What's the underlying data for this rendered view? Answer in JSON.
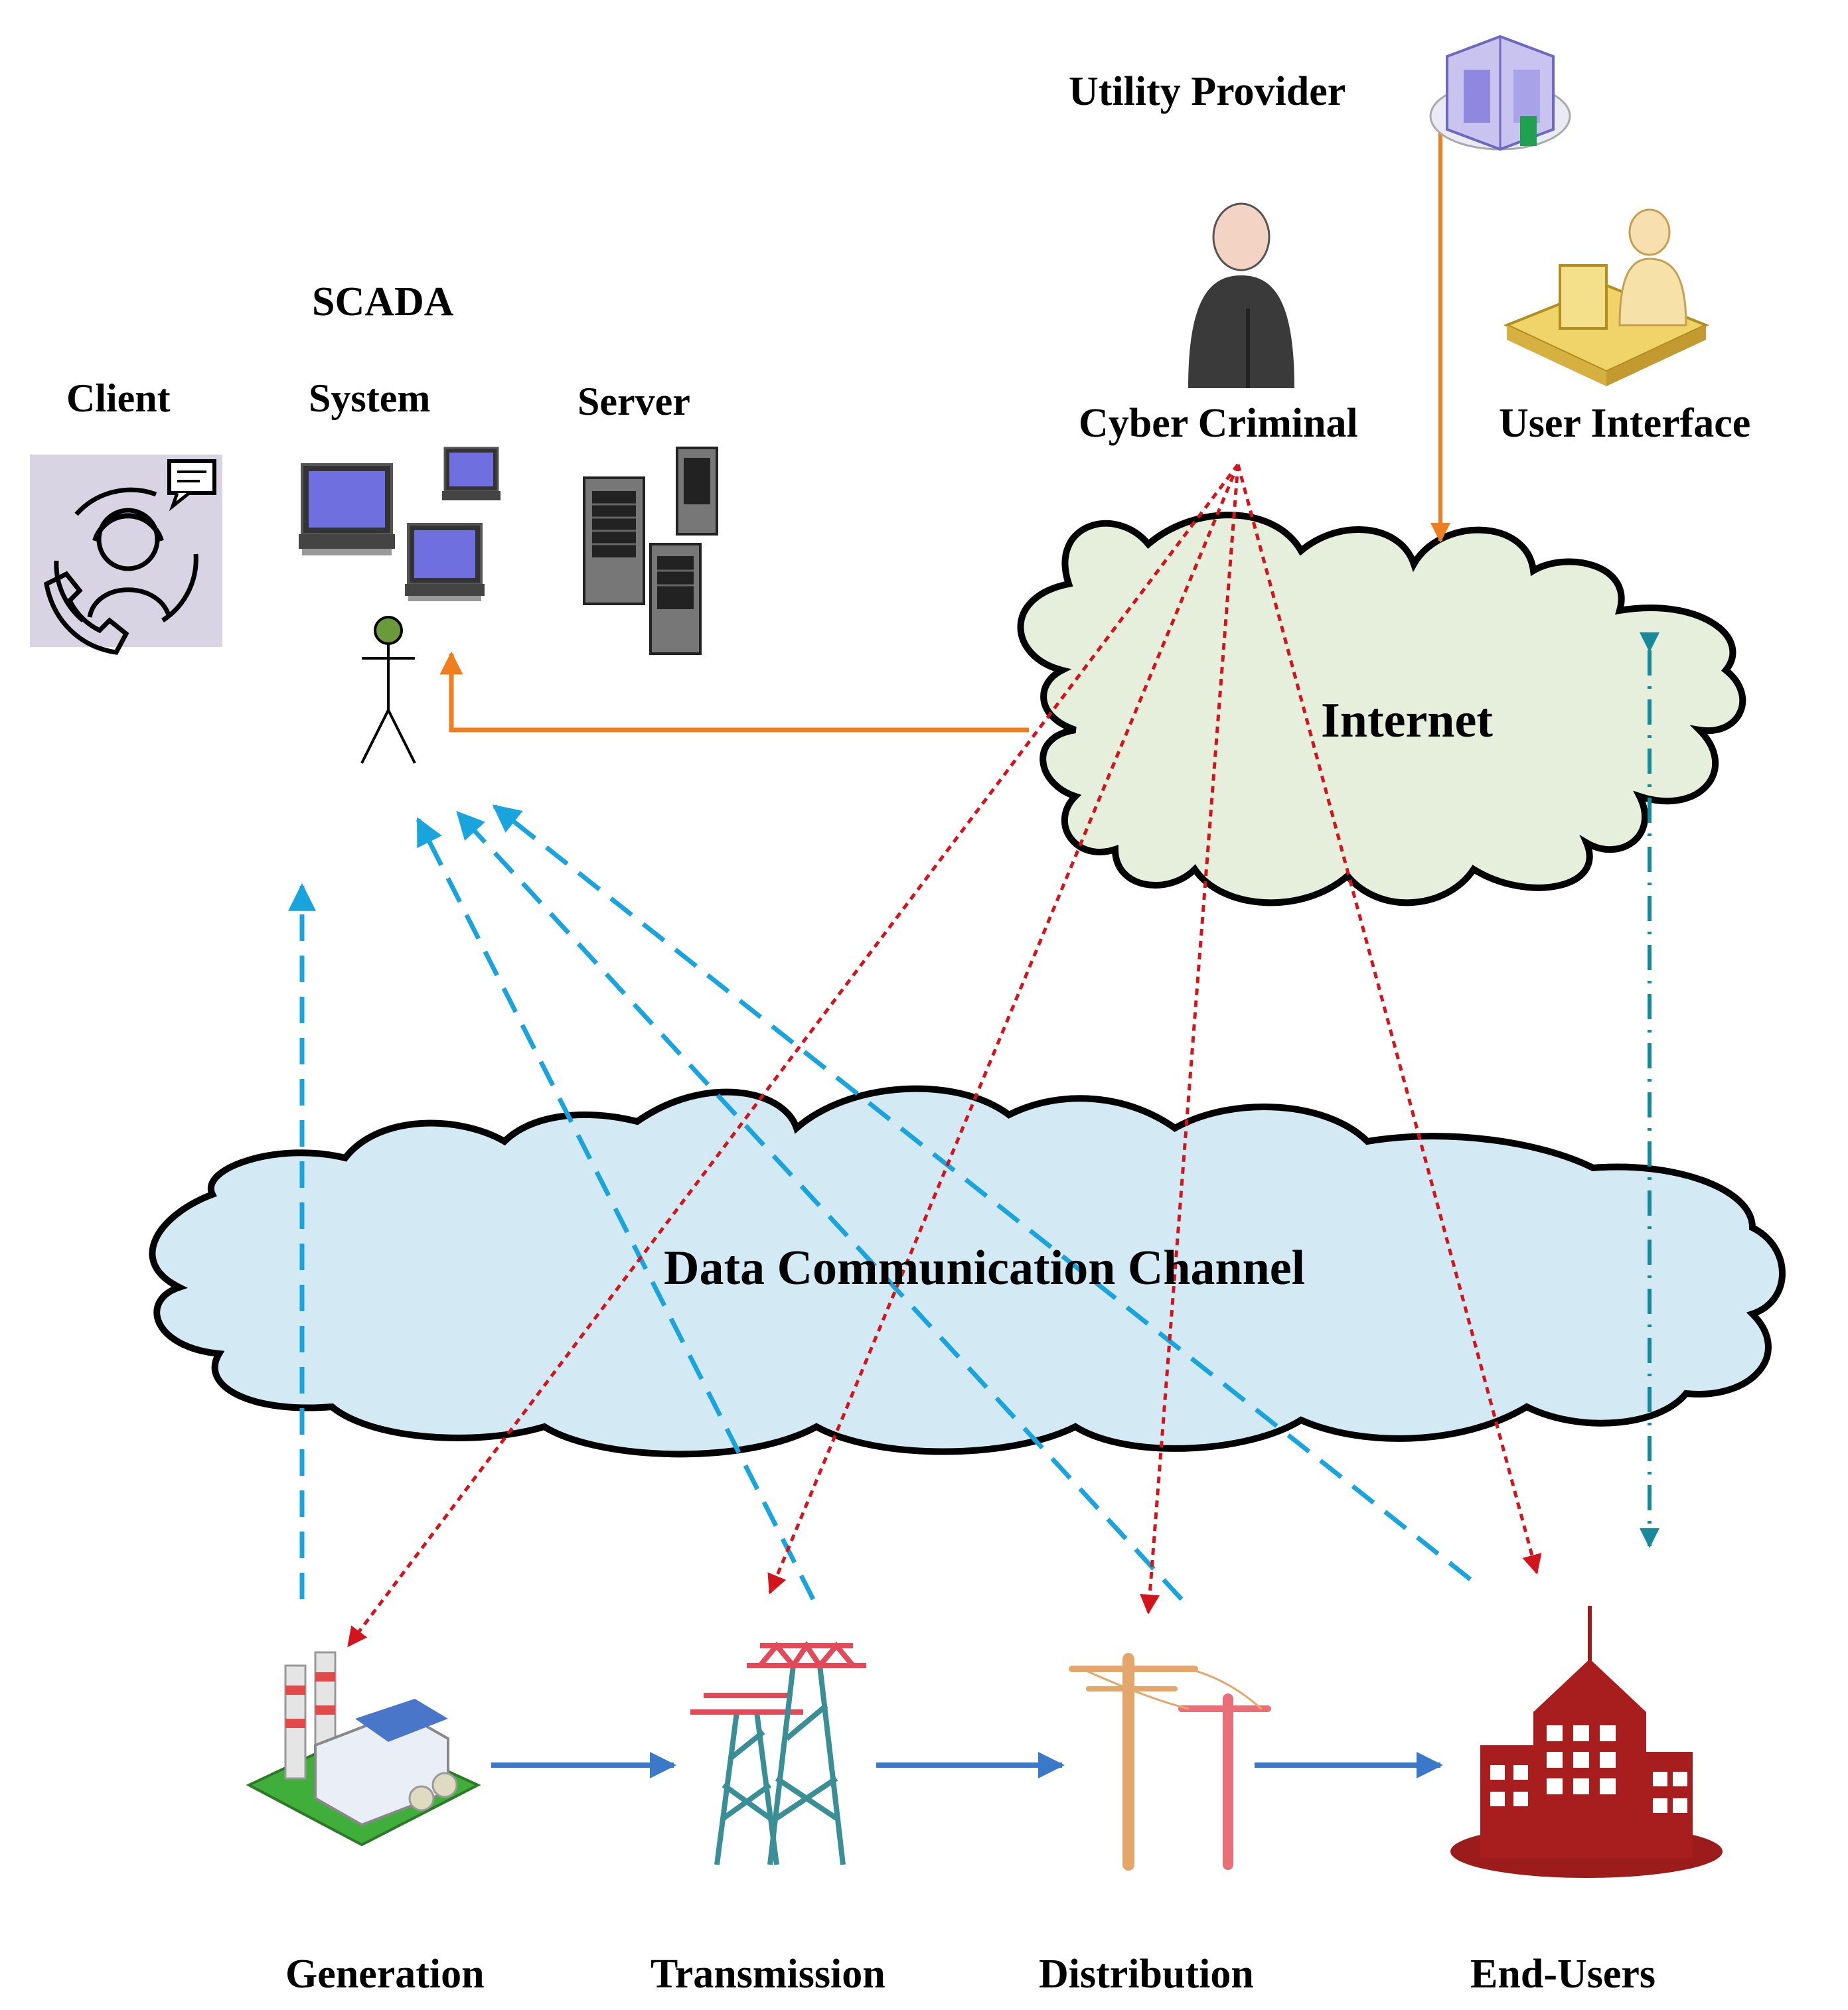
{
  "labels": {
    "utility_provider": "Utility Provider",
    "cyber_criminal": "Cyber Criminal",
    "user_interface": "User Interface",
    "scada": "SCADA",
    "client": "Client",
    "system": "System",
    "server": "Server",
    "internet": "Internet",
    "data_channel": "Data Communication Channel",
    "generation": "Generation",
    "transmission": "Transmission",
    "distribution": "Distribution",
    "end_users": "End-Users"
  },
  "colors": {
    "internet_cloud": "#e5efdc",
    "data_cloud": "#d3e9f3",
    "attack_arrow": "#d4141c",
    "scada_link": "#1aa4de",
    "power_flow": "#3a78c9",
    "internet_link": "#f07d1e",
    "user_link": "#17899a"
  },
  "icons": {
    "client": "client-support-icon",
    "system": "computers-icon",
    "server": "server-rack-icon",
    "operator": "stick-figure-icon",
    "utility_provider": "office-building-icon",
    "cyber_criminal": "hacker-person-icon",
    "user_interface": "user-workstation-icon",
    "generation": "power-plant-icon",
    "transmission": "transmission-tower-icon",
    "distribution": "utility-pole-icon",
    "end_users": "city-building-icon"
  }
}
